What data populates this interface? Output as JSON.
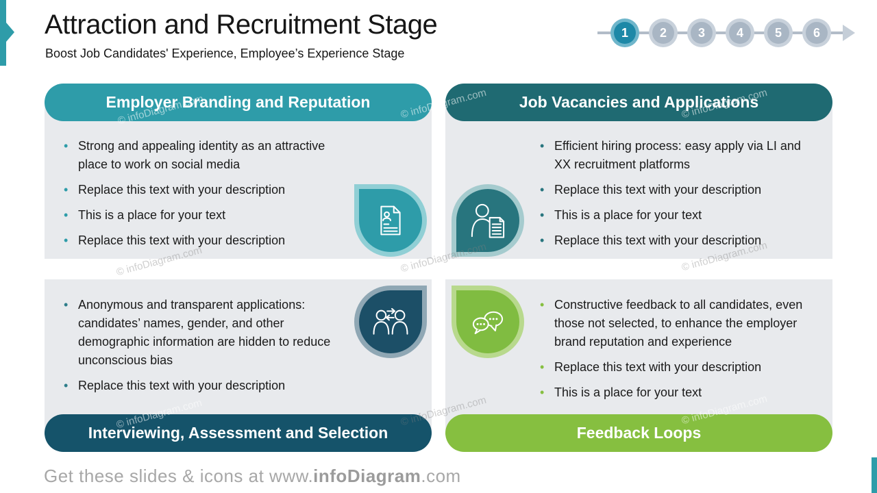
{
  "slide": {
    "title": "Attraction and Recruitment Stage",
    "subtitle": "Boost Job Candidates' Experience, Employee’s Experience Stage",
    "watermark_text": "© infoDiagram.com",
    "footer": {
      "prefix": "Get these slides & icons at www.",
      "brand": "infoDiagram",
      "suffix": ".com"
    }
  },
  "stepper": {
    "steps": [
      "1",
      "2",
      "3",
      "4",
      "5",
      "6"
    ],
    "active_step": "1",
    "active_color": "#1D88A7",
    "inactive_color": "#A9B6C4"
  },
  "cards": {
    "employer_branding": {
      "title": "Employer Branding and Reputation",
      "header_color": "#2E9CA9",
      "icon": "cv-document-icon",
      "bullets": [
        "Strong and appealing identity as an attractive place to work on social media",
        "Replace this text with your description",
        "This is a place for your text",
        "Replace this text with your description"
      ]
    },
    "job_vacancies": {
      "title": "Job Vacancies and Applications",
      "header_color": "#1F6A72",
      "icon": "person-with-document-icon",
      "bullets": [
        "Efficient hiring process: easy apply via LI and XX recruitment platforms",
        "Replace this text with your description",
        "This is a place for your text",
        "Replace this text with your description"
      ]
    },
    "interviewing": {
      "title": "Interviewing, Assessment and Selection",
      "header_color": "#15536A",
      "icon": "candidates-exchange-icon",
      "bullets": [
        "Anonymous and transparent applications: candidates’ names, gender, and other demographic information are hidden to reduce unconscious bias",
        "Replace this text with your description"
      ]
    },
    "feedback_loops": {
      "title": "Feedback Loops",
      "header_color": "#86BF40",
      "icon": "feedback-speech-bubbles-icon",
      "bullets": [
        "Constructive feedback to all candidates, even those not selected, to enhance the employer brand reputation and experience",
        "Replace this text with your description",
        "This is a place for your text"
      ]
    }
  },
  "colors": {
    "accent_teal": "#2E9CA9",
    "card_body_gray": "#E8EAED",
    "footer_navy": "#15536A",
    "footer_green": "#86BF40",
    "stepper_line": "#B2BCC8"
  }
}
